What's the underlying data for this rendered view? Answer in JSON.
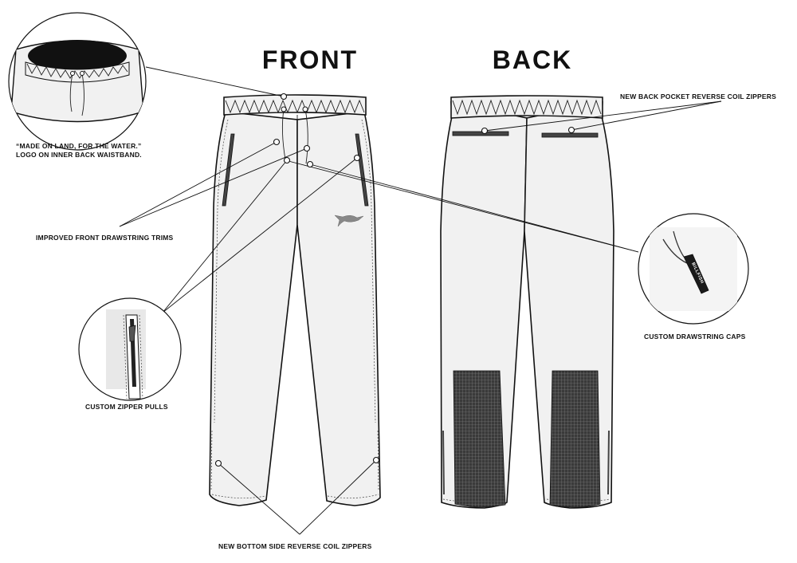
{
  "titles": {
    "front": "FRONT",
    "back": "BACK"
  },
  "callouts": {
    "waistband_logo": [
      "“MADE ON LAND, FOR THE WATER.”",
      "LOGO ON INNER BACK WAISTBAND."
    ],
    "drawstring_trims": "IMPROVED FRONT DRAWSTRING TRIMS",
    "zipper_pulls": "CUSTOM ZIPPER PULLS",
    "bottom_zippers": "NEW BOTTOM SIDE REVERSE COIL ZIPPERS",
    "back_pocket_zippers": "NEW BACK POCKET REVERSE COIL ZIPPERS",
    "drawstring_caps": "CUSTOM DRAWSTRING CAPS"
  },
  "brand": {
    "cap_lettering": "BILLFISH"
  },
  "colors": {
    "garment_fill": "#f1f1f1",
    "outline": "#111111",
    "mesh_panel": "#3a3a3a"
  }
}
